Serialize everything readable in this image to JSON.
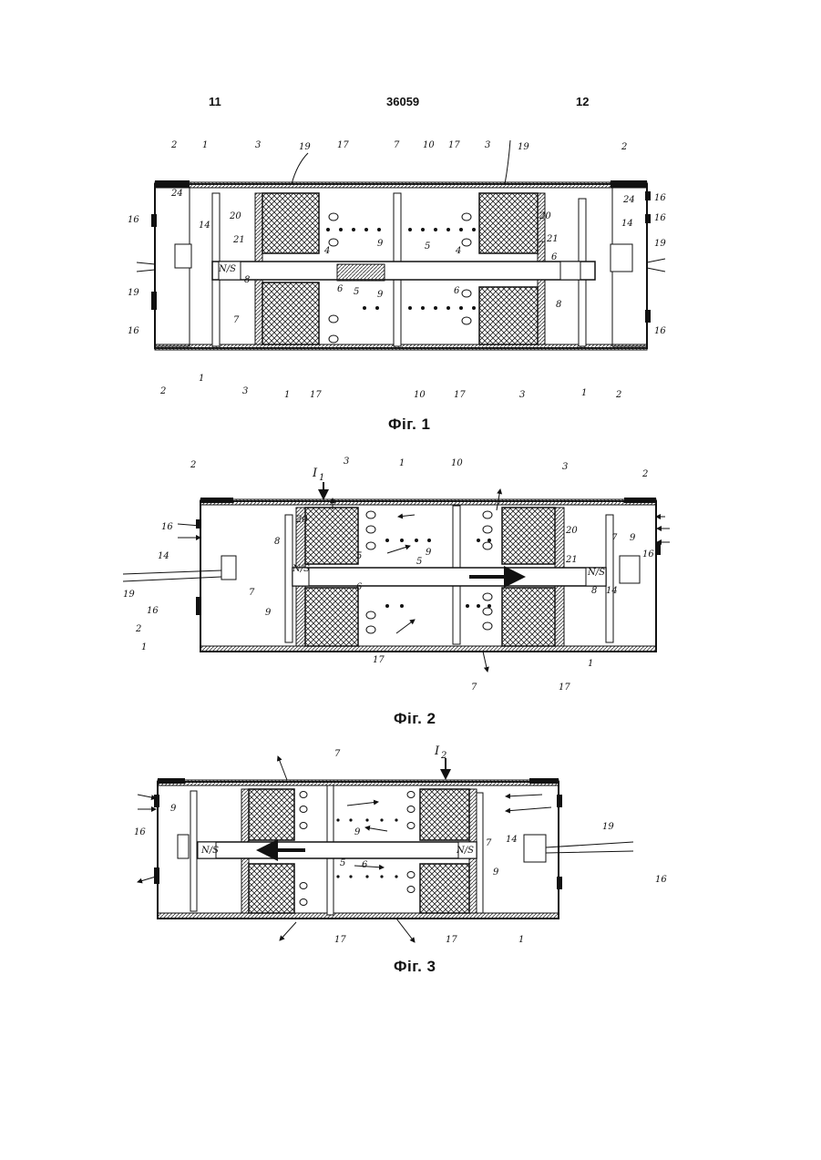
{
  "header": {
    "page_left": "11",
    "patent_number": "36059",
    "page_right": "12"
  },
  "figures": [
    {
      "caption": "Фіг. 1",
      "labels": [
        "1",
        "2",
        "3",
        "4",
        "5",
        "6",
        "7",
        "8",
        "9",
        "10",
        "14",
        "16",
        "17",
        "19",
        "20",
        "21",
        "24",
        "N/S"
      ]
    },
    {
      "caption": "Фіг. 2",
      "labels": [
        "I1",
        "1",
        "2",
        "3",
        "5",
        "6",
        "7",
        "8",
        "9",
        "10",
        "14",
        "16",
        "17",
        "19",
        "20",
        "21",
        "N/S"
      ]
    },
    {
      "caption": "Фіг. 3",
      "labels": [
        "I2",
        "1",
        "5",
        "6",
        "7",
        "9",
        "14",
        "16",
        "17",
        "19",
        "N/S"
      ]
    }
  ],
  "colors": {
    "ink": "#111111",
    "paper": "#ffffff",
    "hatch": "#555555"
  }
}
